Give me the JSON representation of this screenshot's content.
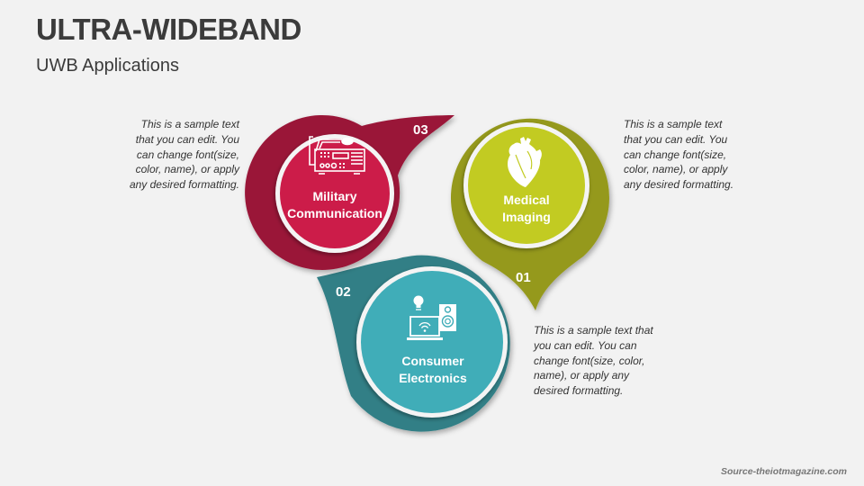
{
  "header": {
    "title": "ULTRA-WIDEBAND",
    "subtitle": "UWB Applications"
  },
  "items": [
    {
      "number": "01",
      "label_line1": "Medical",
      "label_line2": "Imaging",
      "icon": "heart-icon",
      "color_outer": "#95991c",
      "color_inner": "#c2cb22",
      "description": "This is a sample text that you can edit. You can change font(size, color, name), or apply any desired formatting."
    },
    {
      "number": "02",
      "label_line1": "Consumer",
      "label_line2": "Electronics",
      "icon": "consumer-electronics-icon",
      "color_outer": "#317f86",
      "color_inner": "#40adb8",
      "description": "This is a sample text that you can edit. You can change font(size, color, name), or apply any desired formatting."
    },
    {
      "number": "03",
      "label_line1": "Military",
      "label_line2": "Communication",
      "icon": "radio-transceiver-icon",
      "color_outer": "#9a1538",
      "color_inner": "#cc1c4a",
      "description": "This is a sample text that you can edit. You can change font(size, color, name), or apply any desired formatting."
    }
  ],
  "footer": {
    "source": "Source-theiotmagazine.com"
  }
}
